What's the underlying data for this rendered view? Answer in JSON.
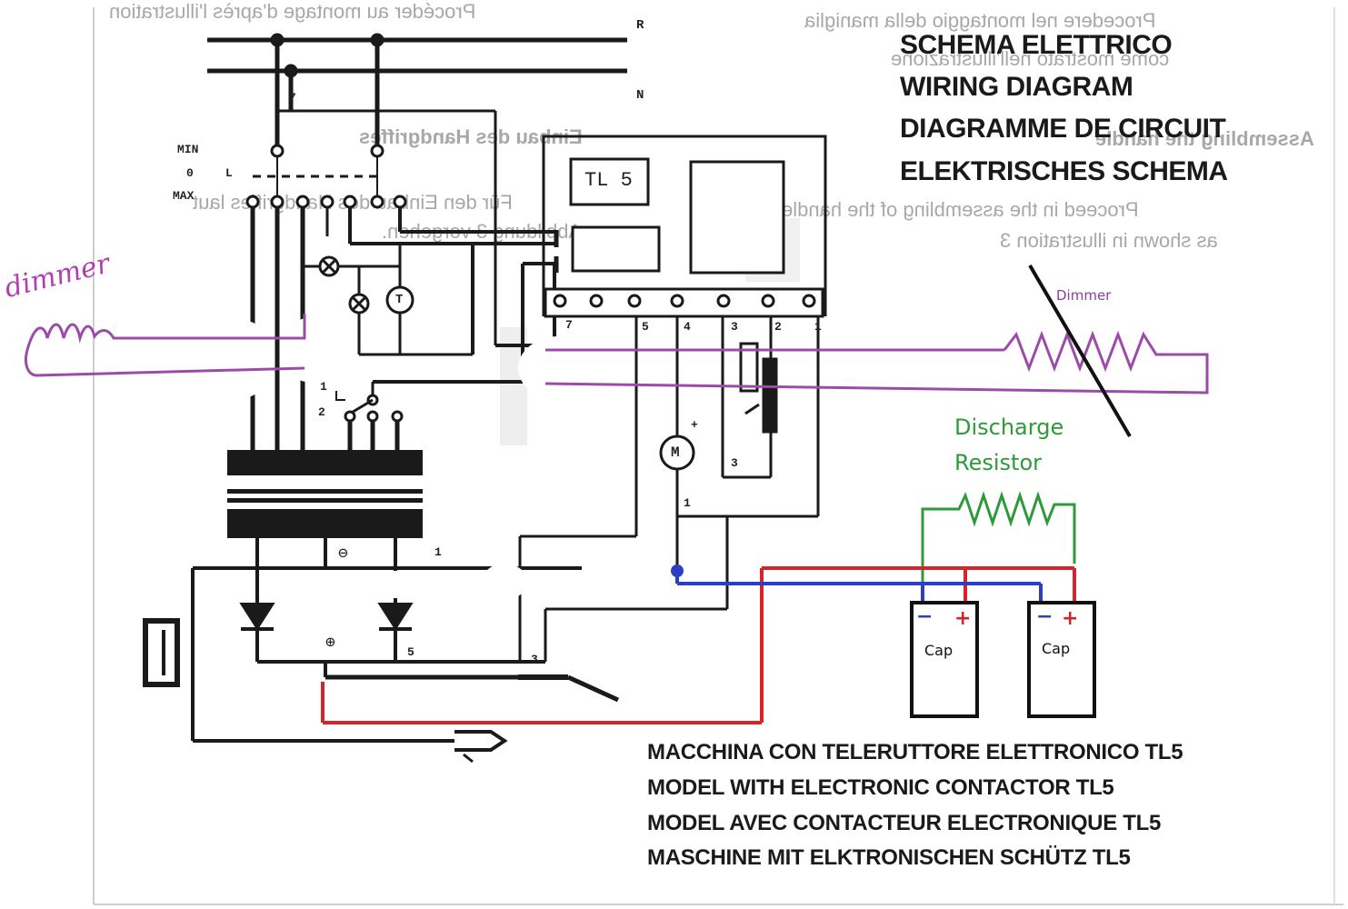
{
  "titles": [
    "SCHEMA ELETTRICO",
    "WIRING DIAGRAM",
    "DIAGRAMME DE CIRCUIT",
    "ELEKTRISCHES SCHEMA"
  ],
  "model_lines": [
    "MACCHINA CON TELERUTTORE ELETTRONICO TL5",
    "MODEL WITH ELECTRONIC CONTACTOR TL5",
    "MODEL AVEC CONTACTEUR ELECTRONIQUE TL5",
    "MASCHINE MIT ELKTRONISCHEN SCHÜTZ TL5"
  ],
  "show_through_text": {
    "top_left": "Procéder au montage d'après l'illustration",
    "top_right": "Procedere nel montaggio della maniglia",
    "top_right_2": "come mostrato nell'illustrazione",
    "mid_left": "Einbau des Handgriffes",
    "mid_left_2": "Für den Einbau des Handgriffes laut",
    "mid_left_3": "Abbildung 3 vorgehen.",
    "mid_right": "Assembling the handle",
    "mid_right_2": "Proceed in the assembling of the handle",
    "mid_right_3": "as shown in illustration 3"
  },
  "schematic_labels": {
    "bus_r": "R",
    "bus_n": "N",
    "wire_7": "7",
    "switch_min": "MIN",
    "switch_0": "0",
    "switch_l": "L",
    "switch_max": "MAX",
    "module": "TL 5",
    "terminal_7": "7",
    "terminal_5": "5",
    "terminal_4": "4",
    "terminal_3": "3",
    "terminal_2": "2",
    "terminal_1": "1",
    "selector_1": "1",
    "selector_2": "2",
    "thermostat": "T",
    "motor": "M",
    "motor_plus": "+",
    "wire_3_mid": "3",
    "wire_1_mid": "1",
    "diode_neg": "⊖",
    "diode_pos": "⊕",
    "wire_1_low": "1",
    "wire_5_low": "5",
    "wire_3_low": "3"
  },
  "annotations": {
    "dimmer_handwritten": "dimmer",
    "dimmer_label": "Dimmer",
    "discharge_line1": "Discharge",
    "discharge_line2": "Resistor",
    "cap_1_label": "Cap",
    "cap_2_label": "Cap",
    "cap_minus": "−",
    "cap_plus": "+"
  },
  "colors": {
    "ink": "#1a1a1a",
    "purple": "#9b4ca8",
    "green": "#2e9a3a",
    "red": "#d6242b",
    "blue": "#2b3fc4"
  }
}
